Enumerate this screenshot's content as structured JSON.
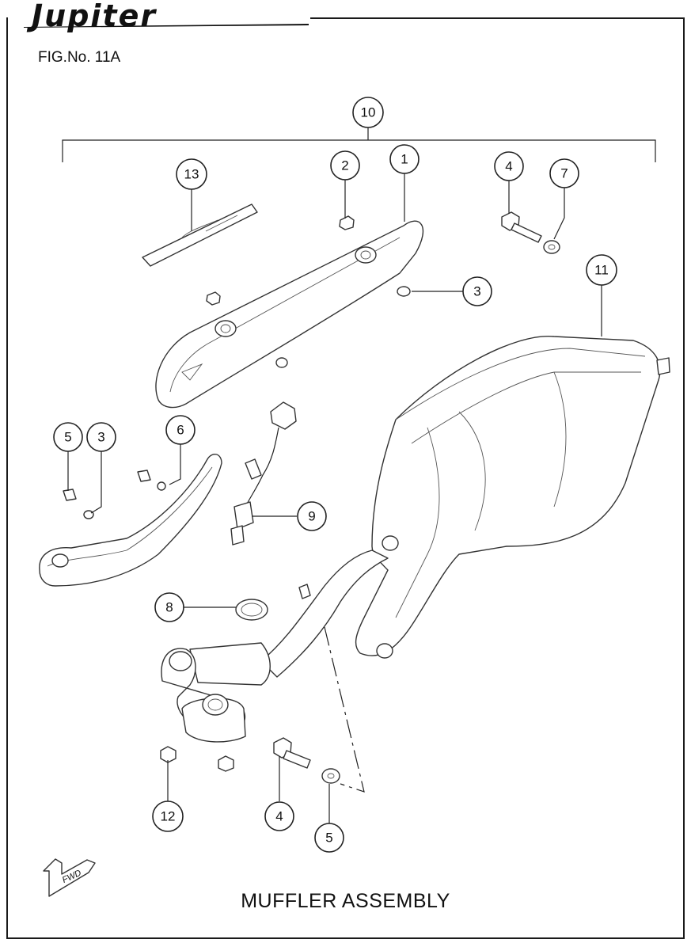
{
  "header": {
    "brand": "Jupiter",
    "figure_number": "FIG.No. 11A"
  },
  "footer": {
    "title": "MUFFLER ASSEMBLY",
    "fwd_label": "FWD"
  },
  "callouts": {
    "assembly_bracket": "10",
    "muffler_protector": "1",
    "protector_nut": "2",
    "washer_upper": "3",
    "bolt_upper": "4",
    "washer_upper_bolt": "7",
    "emblem": "13",
    "muffler_body": "11",
    "bolt_guard": "5",
    "washer_guard": "3",
    "exhaust_pipe_cover": "6",
    "oxygen_sensor": "9",
    "gasket": "8",
    "nut_exhaust": "12",
    "bolt_lower": "4",
    "washer_lower": "5"
  },
  "colors": {
    "line": "#333333",
    "frame": "#1a1a1a",
    "background": "#ffffff"
  }
}
